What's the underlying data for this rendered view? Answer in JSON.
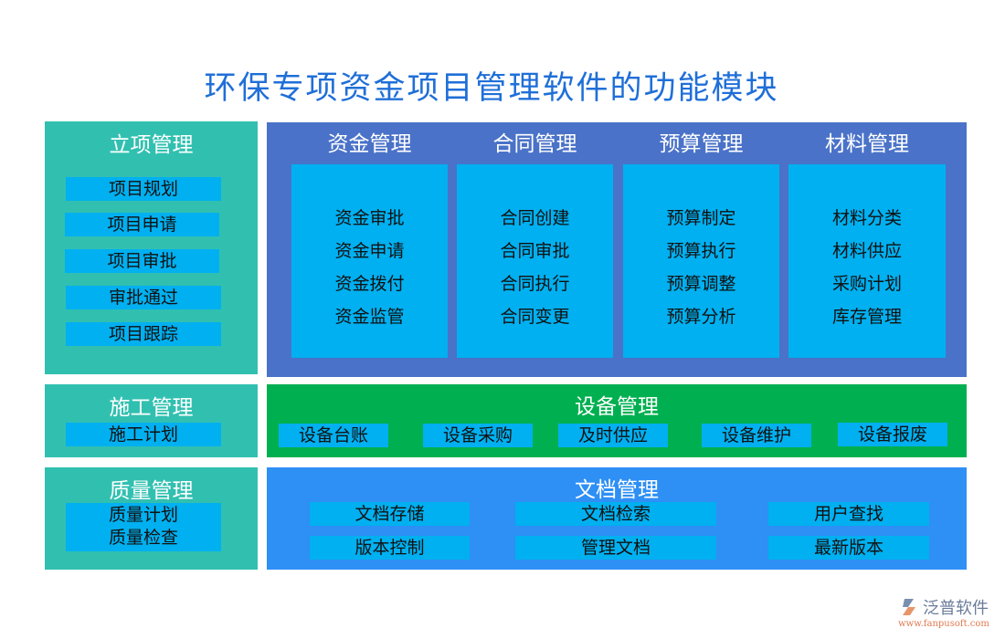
{
  "title": "环保专项资金项目管理软件的功能模块",
  "colors": {
    "title": "#1f6fd8",
    "teal": "#31c0b0",
    "blue_panel": "#4a72c8",
    "item": "#00b0f0",
    "green": "#00b050",
    "doc_panel": "#2e8ff5"
  },
  "left": {
    "project": {
      "title": "立项管理",
      "items": [
        "项目规划",
        "项目申请",
        "项目审批",
        "审批通过",
        "项目跟踪"
      ]
    },
    "construction": {
      "title": "施工管理",
      "items": [
        "施工计划"
      ]
    },
    "quality": {
      "title": "质量管理",
      "items": [
        "质量计划",
        "质量检查"
      ]
    }
  },
  "modules": [
    {
      "title": "资金管理",
      "items": [
        "资金审批",
        "资金申请",
        "资金拨付",
        "资金监管"
      ]
    },
    {
      "title": "合同管理",
      "items": [
        "合同创建",
        "合同审批",
        "合同执行",
        "合同变更"
      ]
    },
    {
      "title": "预算管理",
      "items": [
        "预算制定",
        "预算执行",
        "预算调整",
        "预算分析"
      ]
    },
    {
      "title": "材料管理",
      "items": [
        "材料分类",
        "材料供应",
        "采购计划",
        "库存管理"
      ]
    }
  ],
  "equipment": {
    "title": "设备管理",
    "items": [
      "设备台账",
      "设备采购",
      "及时供应",
      "设备维护",
      "设备报废"
    ]
  },
  "documents": {
    "title": "文档管理",
    "items": [
      "文档存储",
      "文档检索",
      "用户查找",
      "版本控制",
      "管理文档",
      "最新版本"
    ]
  },
  "logo": {
    "name": "泛普软件",
    "url": "www.fanpusoft.com"
  }
}
